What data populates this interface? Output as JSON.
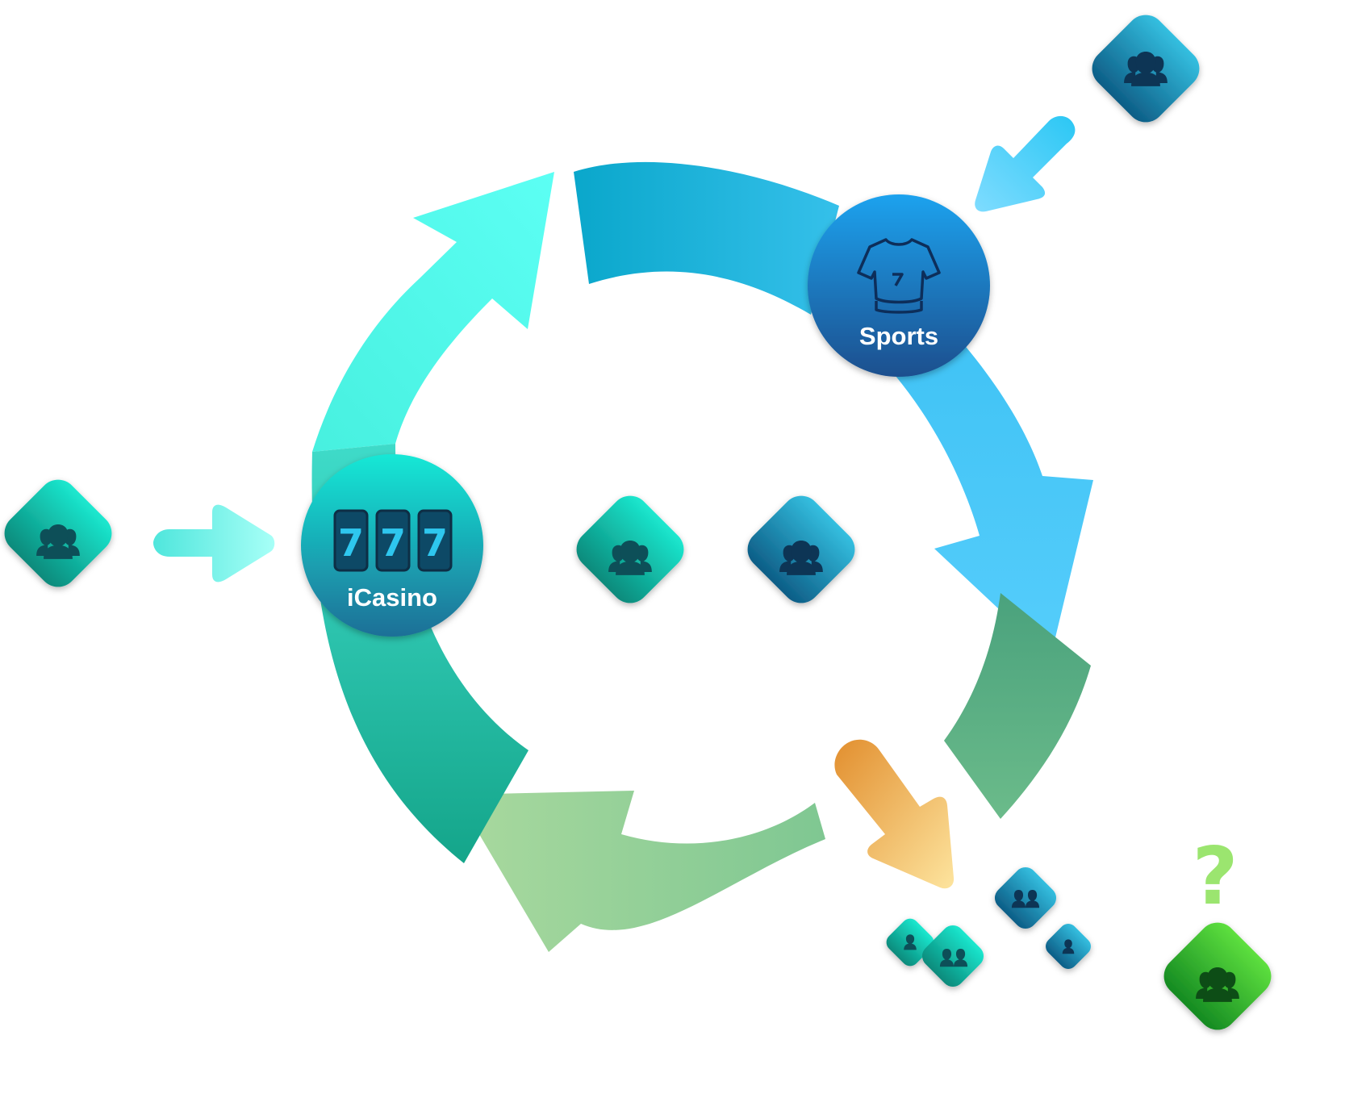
{
  "hubs": {
    "icasino": {
      "label": "iCasino",
      "icon": "slot-machine-777-icon",
      "reels": [
        "7",
        "7",
        "7"
      ]
    },
    "sports": {
      "label": "Sports",
      "icon": "sports-jersey-icon",
      "jersey_number": "7"
    }
  },
  "question_mark": "?",
  "colors": {
    "cycle_teal": "#4df7f0",
    "cycle_blue": "#1ea3cf",
    "cycle_sky": "#47c3f7",
    "cycle_green": "#5aab7d",
    "cycle_light_green": "#a8d79c",
    "icasino_hub": "#1aa7b0",
    "sports_hub": "#1a78d0",
    "churn_arrow": "#e89b3a",
    "new_user_green": "#42c436"
  },
  "icons": {
    "group": "user-group-icon",
    "pair": "user-pair-icon",
    "single": "single-user-icon"
  }
}
